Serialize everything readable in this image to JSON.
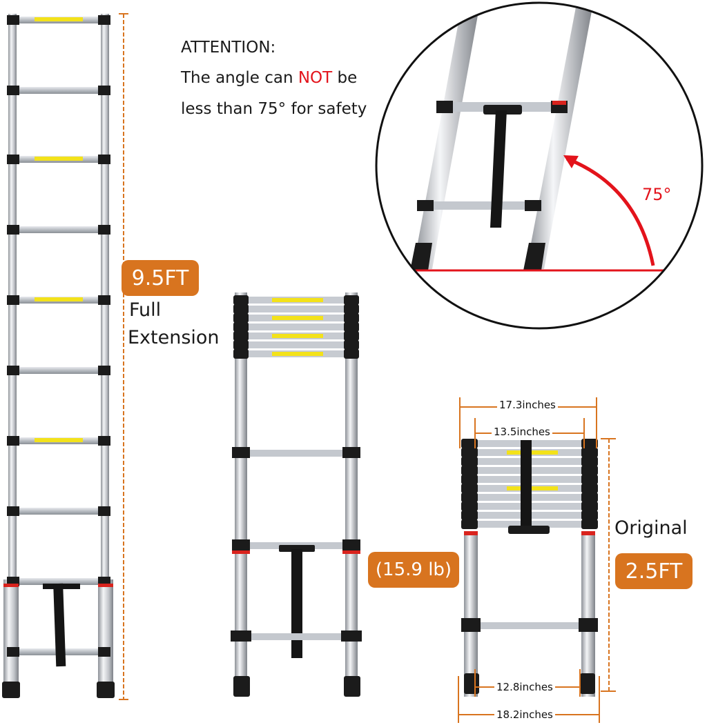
{
  "attention": {
    "heading": "ATTENTION:",
    "line1_pre": "The angle can ",
    "line1_emph": "NOT",
    "line1_post": " be",
    "line2": "less than 75° for safety"
  },
  "full_extension": {
    "height_badge": "9.5FT",
    "label_line1": "Full",
    "label_line2": "Extension"
  },
  "angle": {
    "label": "75°"
  },
  "weight": {
    "badge": "(15.9 lb)"
  },
  "original": {
    "label": "Original",
    "height_badge": "2.5FT"
  },
  "dimensions": {
    "top_outer": "17.3inches",
    "top_inner": "13.5inches",
    "bottom_inner": "12.8inches",
    "bottom_outer": "18.2inches"
  },
  "colors": {
    "accent_orange": "#d8741f",
    "angle_red": "#e3131b",
    "emphasis_red": "#e3131b",
    "aluminum": "#c9ccd1",
    "rung_black": "#1b1b1b",
    "label_yellow": "#f3e21a"
  }
}
